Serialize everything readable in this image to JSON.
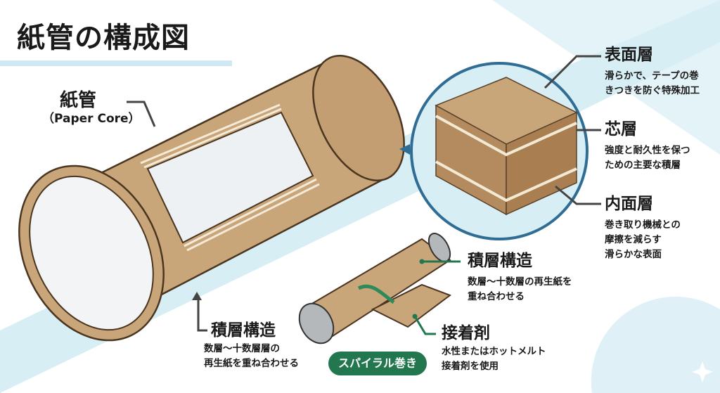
{
  "title": "紙管の構成図",
  "tube_label": {
    "title": "紙管",
    "subtitle": "（Paper Core）"
  },
  "layers": [
    {
      "title": "表面層",
      "desc": [
        "滑らかで、テープの巻",
        "きつきを防ぐ特殊加工"
      ]
    },
    {
      "title": "芯層",
      "desc": [
        "強度と耐久性を保つ",
        "ための主要な積層"
      ]
    },
    {
      "title": "内面層",
      "desc": [
        "巻き取り機械との",
        "摩擦を減らす",
        "滑らかな表面"
      ]
    }
  ],
  "left_structure": {
    "title": "積層構造",
    "desc": [
      "数層〜十数層層の",
      "再生紙を重ね合わせる"
    ]
  },
  "spiral_structure": {
    "title": "積層構造",
    "desc": [
      "数層〜十数層の再生紙を",
      "重ね合わせる"
    ]
  },
  "adhesive": {
    "title": "接着剤",
    "desc": [
      "水性またはホットメルト",
      "接着剤を使用"
    ]
  },
  "spiral_badge": "スパイラル巻き",
  "colors": {
    "kraft": "#c9a57a",
    "accent_blue": "#2f6d94",
    "green": "#22774e",
    "bg_blue": "#d6eef5"
  }
}
